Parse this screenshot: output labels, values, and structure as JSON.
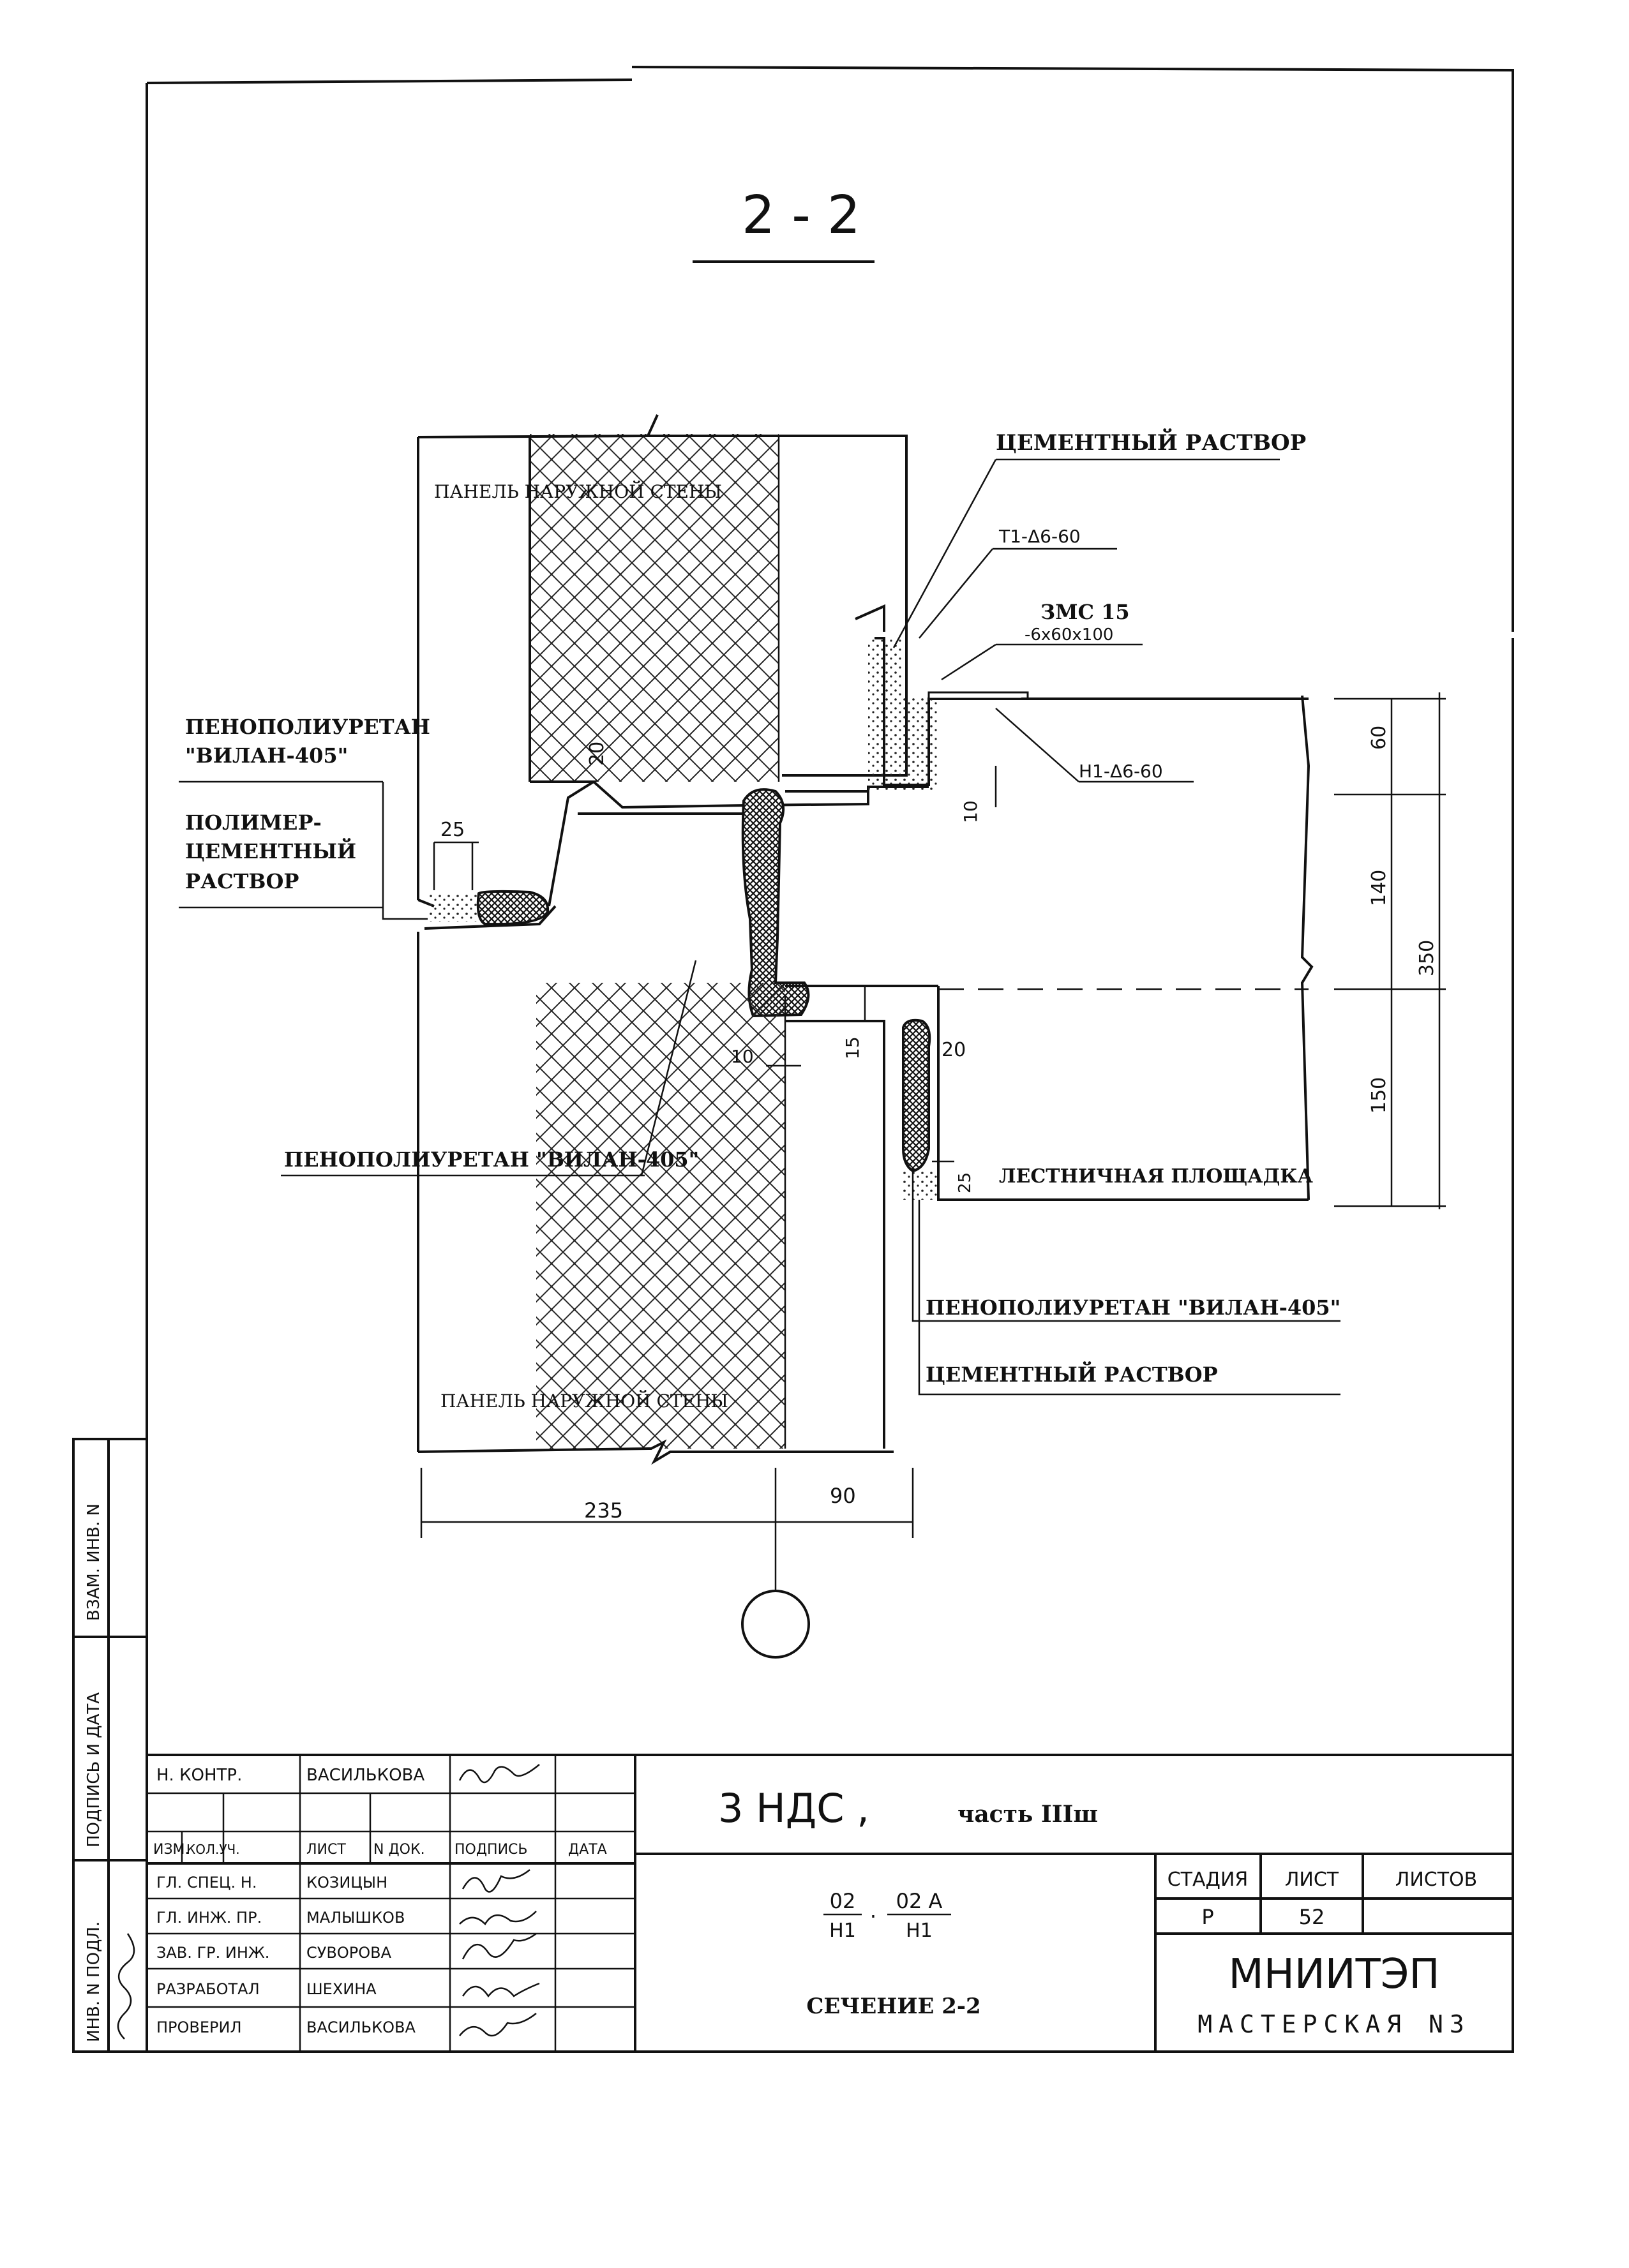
{
  "section_title": "2 - 2",
  "labels": {
    "cement_mortar_top": "ЦЕМЕНТНЫЙ РАСТВОР",
    "t1": "Т1-Δ6-60",
    "zms": "ЗМС 15",
    "zms_size": "-6х60х100",
    "h1": "Н1-Δ6-60",
    "panel_top": "ПАНЕЛЬ НАРУЖНОЙ СТЕНЫ",
    "panel_bottom": "ПАНЕЛЬ НАРУЖНОЙ СТЕНЫ",
    "pu_vilan_1": "ПЕНОПОЛИУРЕТАН",
    "pu_vilan_1b": "\"ВИЛАН-405\"",
    "polymer_1": "ПОЛИМЕР-",
    "polymer_2": "ЦЕМЕНТНЫЙ",
    "polymer_3": "РАСТВОР",
    "pu_vilan_mid": "ПЕНОПОЛИУРЕТАН \"ВИЛАН-405\"",
    "stair_landing": "ЛЕСТНИЧНАЯ ПЛОЩАДКА",
    "pu_vilan_bottom": "ПЕНОПОЛИУРЕТАН \"ВИЛАН-405\"",
    "cement_mortar_bottom": "ЦЕМЕНТНЫЙ РАСТВОР"
  },
  "dimensions": {
    "d20a": "20",
    "d25": "25",
    "d10a": "10",
    "d60": "60",
    "d140": "140",
    "d350": "350",
    "d150": "150",
    "d15": "15",
    "d10b": "10",
    "d20b": "20",
    "d25b": "25",
    "d235": "235",
    "d90": "90"
  },
  "side_stamp": {
    "vzam": "ВЗАМ. ИНВ. N",
    "podpis": "ПОДПИСЬ И ДАТА",
    "inv": "ИНВ. N ПОДЛ."
  },
  "title_block": {
    "rows": [
      {
        "role": "Н. КОНТР.",
        "name": "ВАСИЛЬКОВА"
      },
      {
        "role": "ГЛ. СПЕЦ. Н.",
        "name": "КОЗИЦЫН"
      },
      {
        "role": "ГЛ. ИНЖ. ПР.",
        "name": "МАЛЫШКОВ"
      },
      {
        "role": "ЗАВ. ГР. ИНЖ.",
        "name": "СУВОРОВА"
      },
      {
        "role": "РАЗРАБОТАЛ",
        "name": "ШЕХИНА"
      },
      {
        "role": "ПРОВЕРИЛ",
        "name": "ВАСИЛЬКОВА"
      }
    ],
    "header_cols": [
      "ИЗМ.",
      "КОЛ.УЧ.",
      "ЛИСТ",
      "N ДОК.",
      "ПОДПИСЬ",
      "ДАТА"
    ],
    "project": "3 НДС ,",
    "part": "часть IIIш",
    "code_a_num": "02",
    "code_a_den": "Н1",
    "code_b_num": "02 А",
    "code_b_den": "Н1",
    "sheet_title": "СЕЧЕНИЕ 2-2",
    "stage_head": "СТАДИЯ",
    "sheet_head": "ЛИСТ",
    "sheets_head": "ЛИСТОВ",
    "stage_val": "Р",
    "sheet_val": "52",
    "org": "МНИИТЭП",
    "workshop": "МАСТЕРСКАЯ N3"
  }
}
